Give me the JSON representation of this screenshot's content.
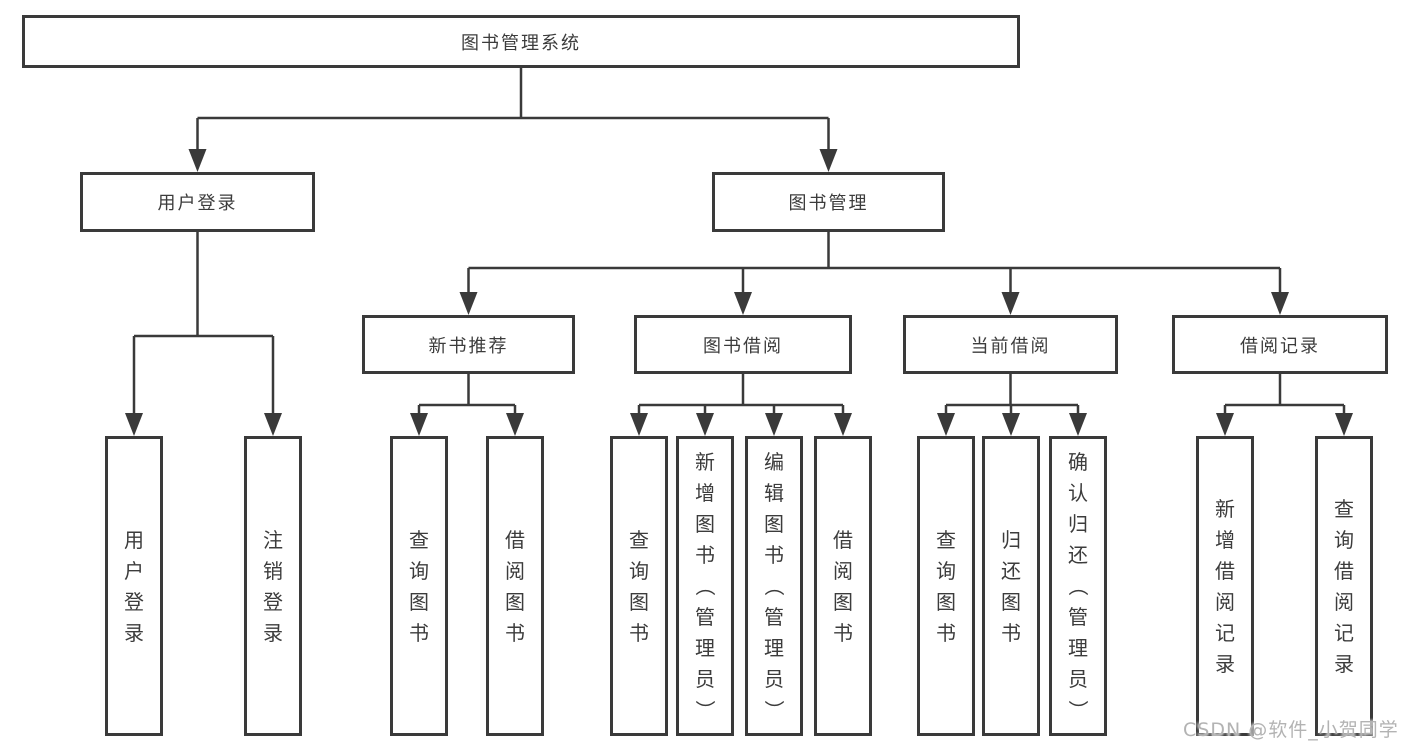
{
  "diagram": {
    "root": "图书管理系统",
    "level2": {
      "user_login": "用户登录",
      "book_mgmt": "图书管理"
    },
    "level3": {
      "new_book_rec": "新书推荐",
      "book_borrow": "图书借阅",
      "current_borrow": "当前借阅",
      "borrow_records": "借阅记录"
    },
    "leaves": {
      "user_login": "用户登录",
      "logout": "注销登录",
      "rec_query": "查询图书",
      "rec_borrow": "借阅图书",
      "bb_query": "查询图书",
      "bb_add": "新增图书（管理员）",
      "bb_edit": "编辑图书（管理员）",
      "bb_borrow": "借阅图书",
      "cb_query": "查询图书",
      "cb_return": "归还图书",
      "cb_confirm": "确认归还（管理员）",
      "br_add": "新增借阅记录",
      "br_query": "查询借阅记录"
    }
  },
  "watermark": {
    "text": "CSDN @软件_小贺同学"
  },
  "colors": {
    "line": "#3a3a3a",
    "box_border": "#3a3a3a",
    "text": "#3c3c3c",
    "background": "#ffffff",
    "watermark": "#b3b3b3"
  }
}
